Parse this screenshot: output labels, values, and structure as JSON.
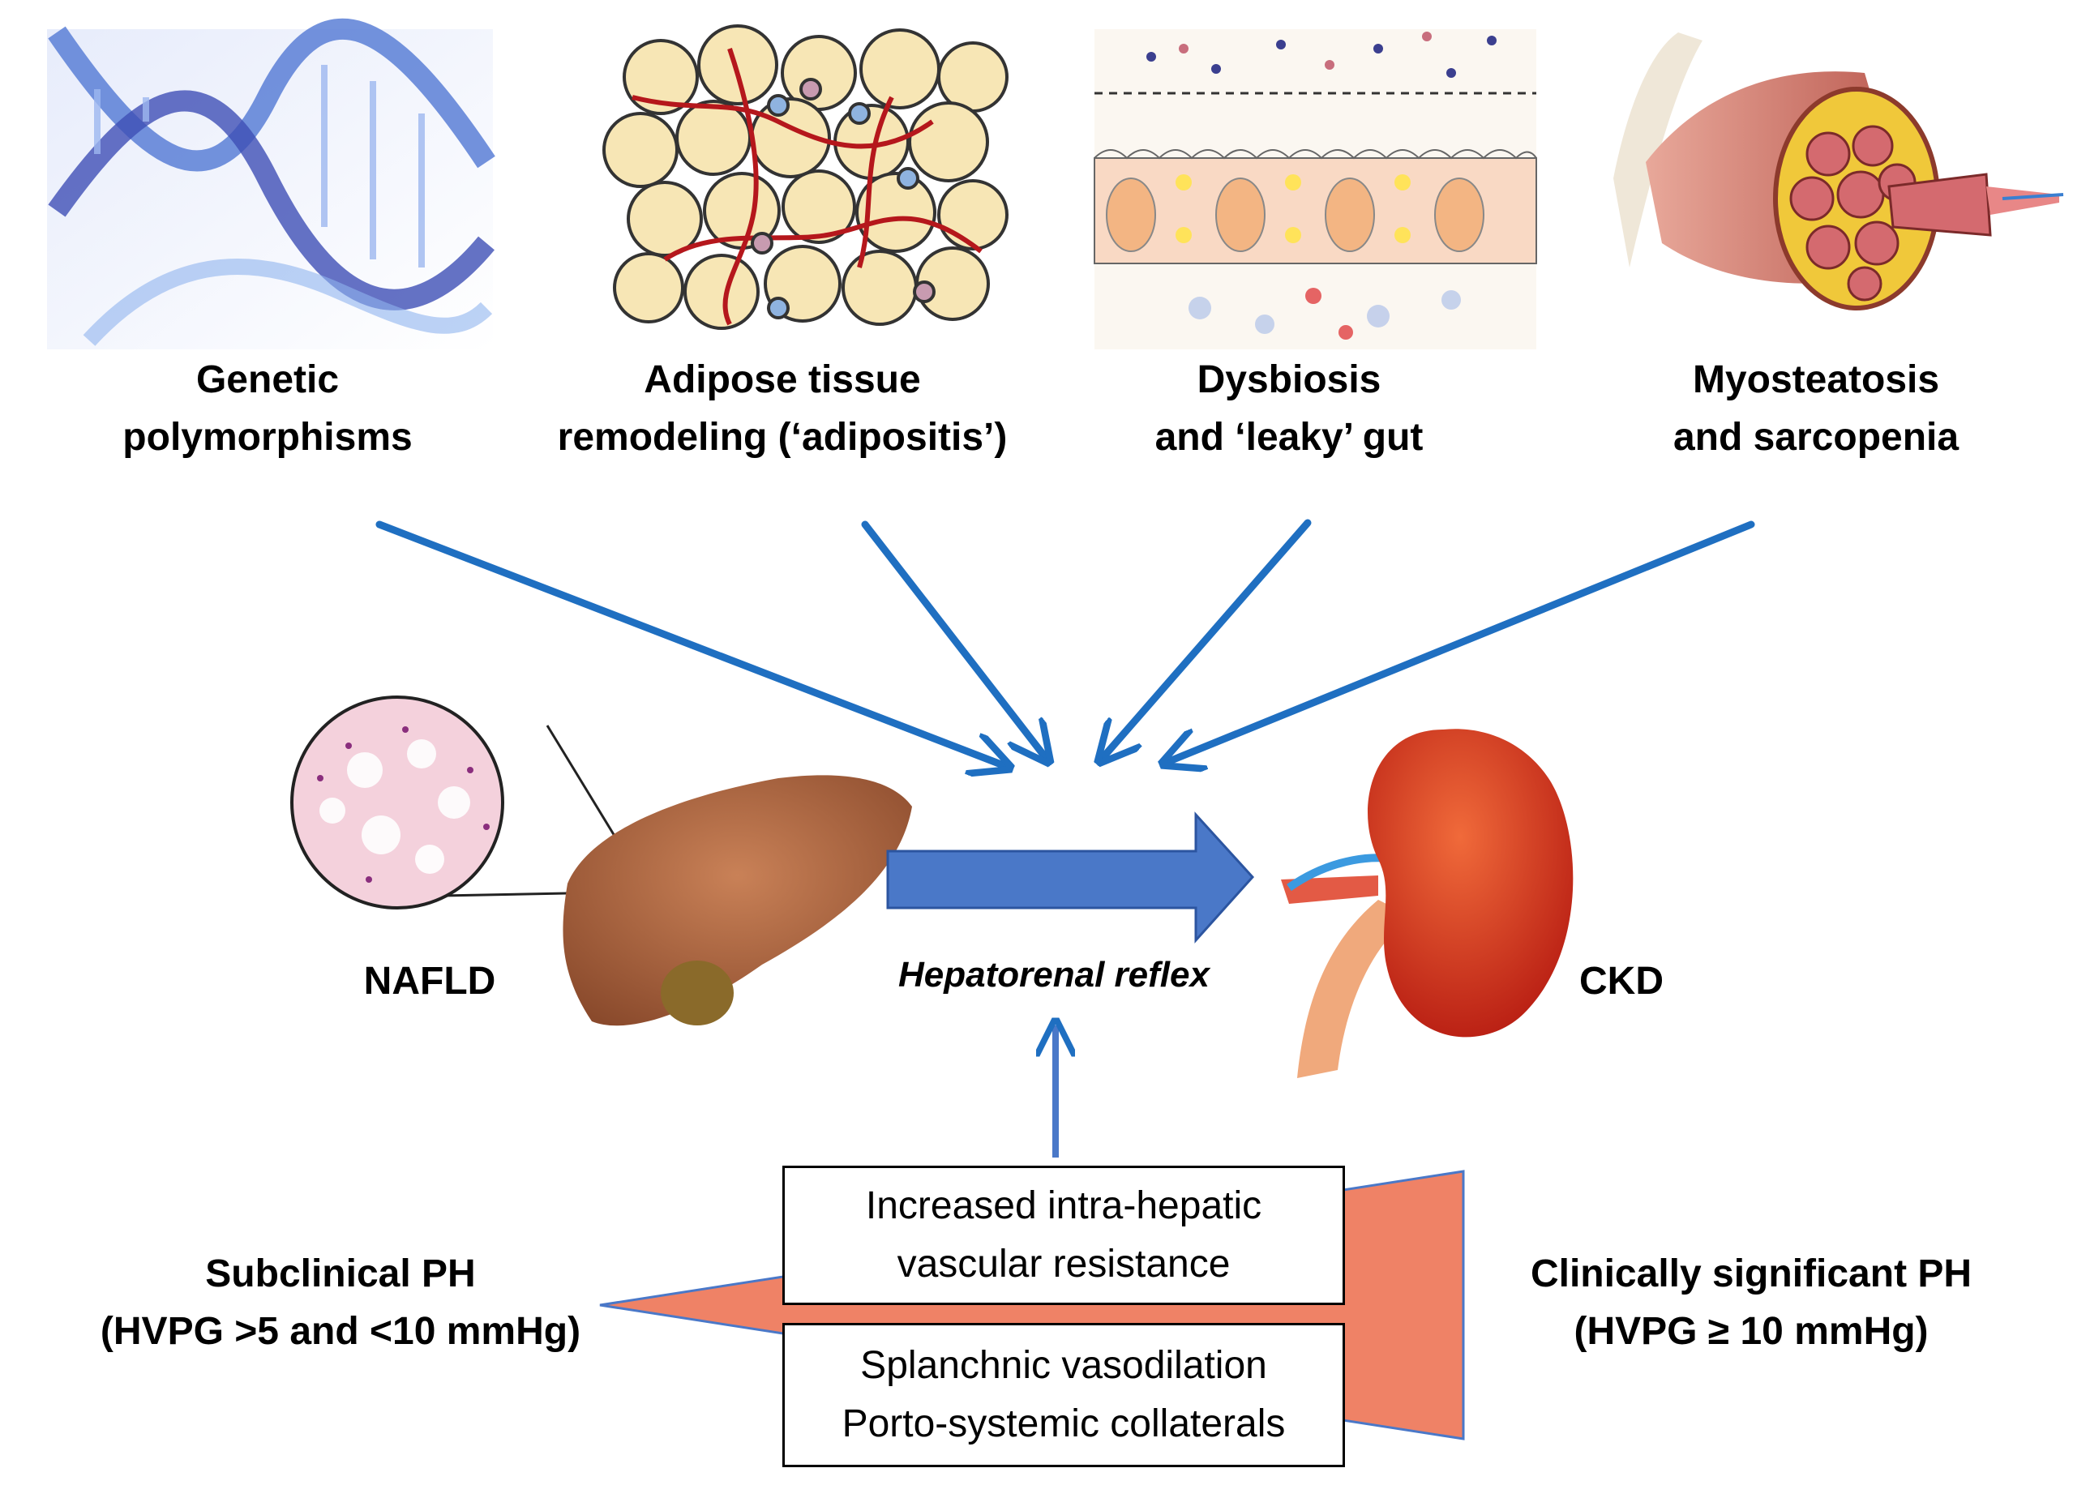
{
  "factors": [
    {
      "line1": "Genetic",
      "line2": "polymorphisms",
      "icon": "dna-helix"
    },
    {
      "line1": "Adipose tissue",
      "line2": "remodeling (‘adipositis’)",
      "icon": "adipocytes"
    },
    {
      "line1": "Dysbiosis",
      "line2": "and ‘leaky’ gut",
      "icon": "intestinal-epithelium"
    },
    {
      "line1": "Myosteatosis",
      "line2": "and sarcopenia",
      "icon": "muscle-cross-section"
    }
  ],
  "organs": {
    "liver_label": "NAFLD",
    "kidney_label": "CKD",
    "reflex_label": "Hepatorenal reflex"
  },
  "ph": {
    "subclinical_line1": "Subclinical PH",
    "subclinical_line2": "(HVPG >5 and <10 mmHg)",
    "significant_line1": "Clinically significant PH",
    "significant_line2": "(HVPG ≥ 10 mmHg)",
    "box1_line1": "Increased intra-hepatic",
    "box1_line2": "vascular resistance",
    "box2_line1": "Splanchnic vasodilation",
    "box2_line2": "Porto-systemic collaterals"
  },
  "colors": {
    "arrow_blue": "#1f6fc1",
    "big_arrow_fill": "#4a78c8",
    "wedge_fill": "#ef8266",
    "liver": "#b56a43",
    "kidney": "#d7301f"
  }
}
